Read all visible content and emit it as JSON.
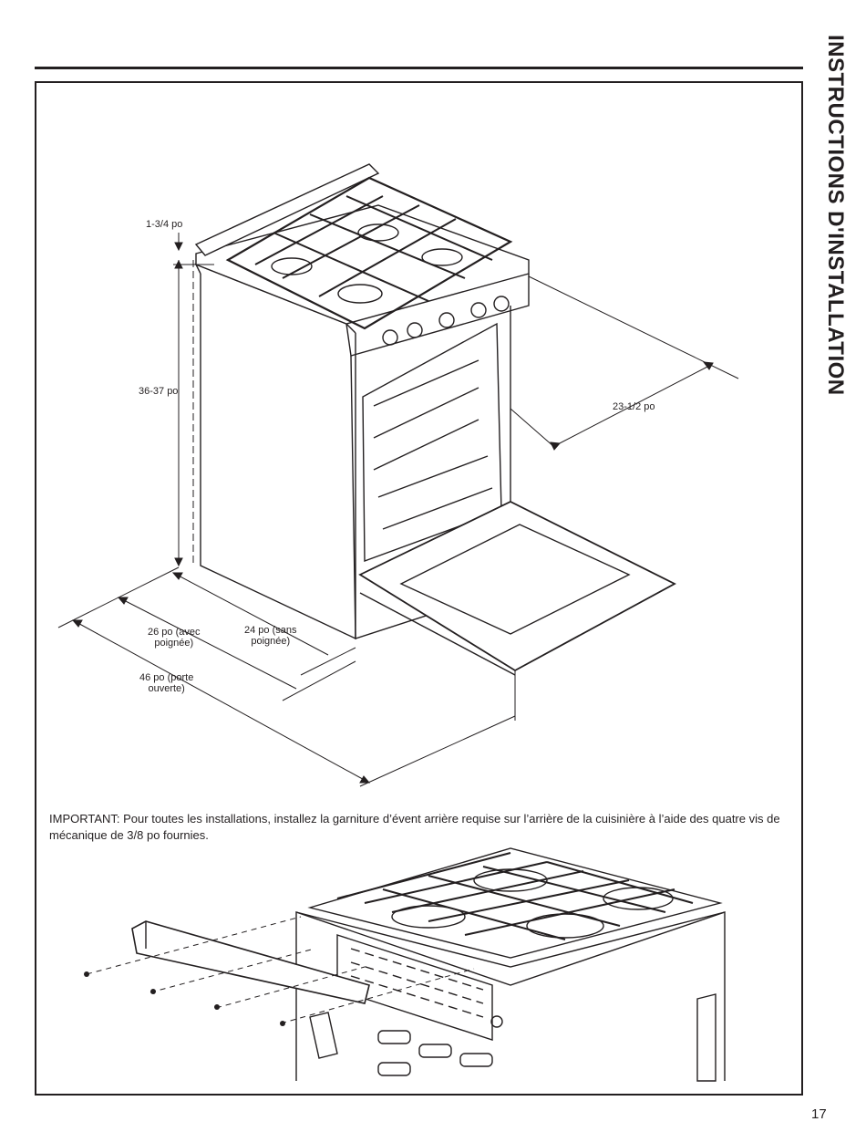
{
  "side_title": "INSTRUCTIONS D'INSTALLATION",
  "page_number": "17",
  "dimensions": {
    "backsplash": "1-3/4 po",
    "height": "36-37 po",
    "depth_side": "23-1/2 po",
    "depth_with_handle": "26 po (avec\npoignée)",
    "depth_without_handle": "24 po (sans\npoignée)",
    "depth_door_open": "46 po (porte\nouverte)"
  },
  "important_note": "IMPORTANT: Pour toutes les installations, installez la garniture d’évent arrière requise sur l’arrière de la cuisinière à l’aide des quatre vis de mécanique de 3/8 po fournies."
}
